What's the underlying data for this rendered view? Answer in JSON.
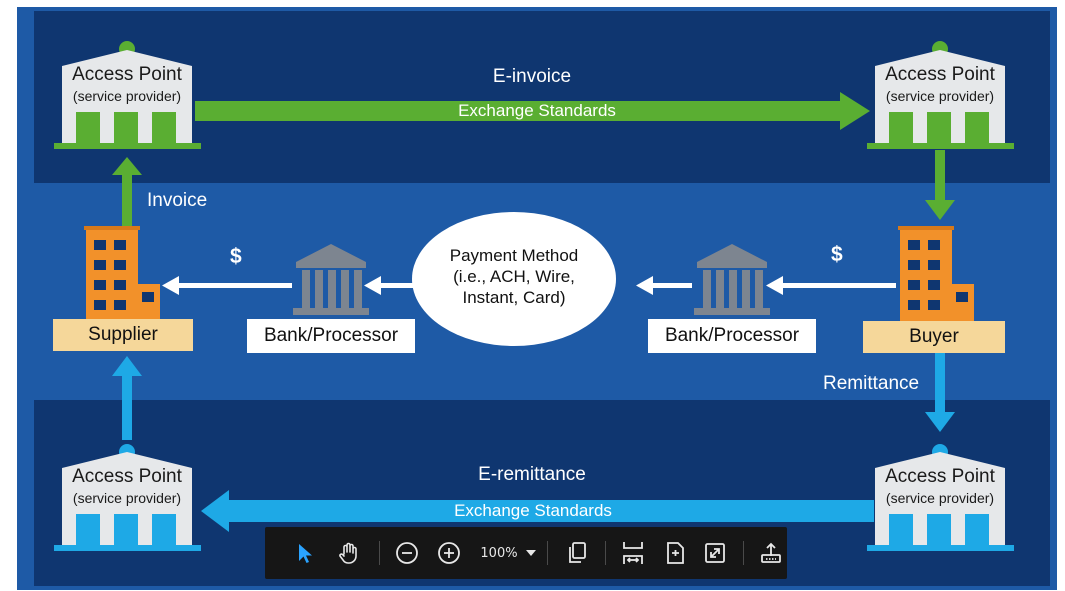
{
  "access_point": {
    "title": "Access Point",
    "subtitle": "(service provider)"
  },
  "top": {
    "label": "E-invoice",
    "arrow_label": "Exchange Standards"
  },
  "bottom": {
    "label": "E-remittance",
    "arrow_label": "Exchange Standards"
  },
  "left": {
    "invoice_label": "Invoice",
    "supplier_label": "Supplier",
    "bank_label": "Bank/Processor",
    "dollar": "$"
  },
  "right": {
    "remittance_label": "Remittance",
    "buyer_label": "Buyer",
    "bank_label": "Bank/Processor",
    "dollar": "$"
  },
  "payment_method": {
    "line1": "Payment Method",
    "line2": "(i.e., ACH, Wire,",
    "line3": "Instant, Card)"
  },
  "toolbar": {
    "zoom_value": "100%",
    "icons": [
      "select-pointer-icon",
      "pan-hand-icon",
      "zoom-out-icon",
      "zoom-in-icon",
      "zoom-dropdown-icon",
      "copy-pages-icon",
      "fit-width-icon",
      "fit-page-icon",
      "fullscreen-icon",
      "share-upload-icon"
    ]
  },
  "colors": {
    "background": "#1e5aa6",
    "band": "#0f3670",
    "green": "#5aae32",
    "light_blue": "#1ea9e6",
    "orange": "#f2912a",
    "tan": "#f5d79a",
    "bank_gray": "#7d8590"
  }
}
